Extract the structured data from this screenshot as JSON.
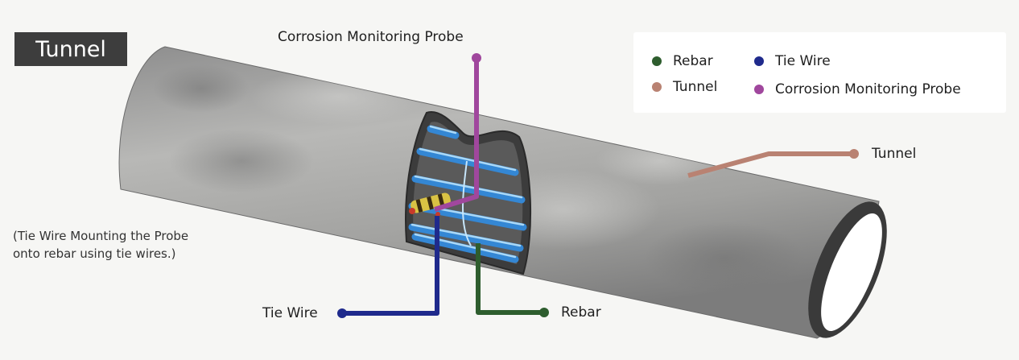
{
  "title": "Tunnel",
  "note": {
    "line1": "(Tie Wire Mounting the Probe",
    "line2": "onto rebar using tie wires.)"
  },
  "callouts": {
    "probe": "Corrosion Monitoring Probe",
    "tunnel": "Tunnel",
    "tie_wire": "Tie Wire",
    "rebar": "Rebar"
  },
  "legend": {
    "items": [
      {
        "label": "Rebar",
        "color": "#2e5d2e"
      },
      {
        "label": "Tie Wire",
        "color": "#1f2a8c"
      },
      {
        "label": "Tunnel",
        "color": "#b98272"
      },
      {
        "label": "Corrosion Monitoring Probe",
        "color": "#a0479d"
      }
    ]
  },
  "colors": {
    "rebar": "#2e5d2e",
    "tie_wire": "#1f2a8c",
    "tunnel_line": "#b98272",
    "probe": "#a0479d",
    "bars": "#4da0e6",
    "concrete": "#9a9a9a"
  }
}
